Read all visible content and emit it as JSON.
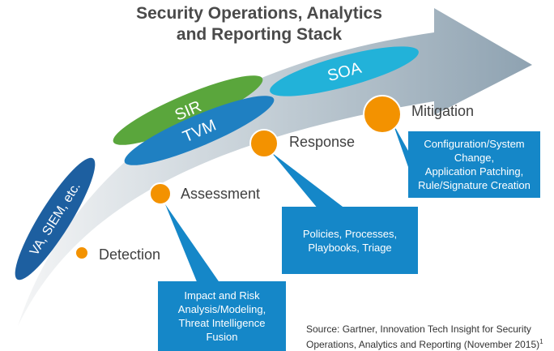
{
  "title": {
    "line1": "Security Operations, Analytics",
    "line2": "and Reporting Stack"
  },
  "ellipses": {
    "va_siem": "VA, SIEM, etc.",
    "sir": "SIR",
    "tvm": "TVM",
    "soa": "SOA"
  },
  "stages": {
    "detection": "Detection",
    "assessment": "Assessment",
    "response": "Response",
    "mitigation": "Mitigation"
  },
  "callouts": {
    "assessment": [
      "Impact and Risk",
      "Analysis/Modeling,",
      "Threat Intelligence",
      "Fusion"
    ],
    "response": [
      "Policies, Processes,",
      "Playbooks, Triage"
    ],
    "mitigation": [
      "Configuration/System",
      "Change,",
      "Application Patching,",
      "Rule/Signature Creation"
    ]
  },
  "source": {
    "line1": "Source: Gartner, Innovation Tech Insight for Security",
    "line2": "Operations, Analytics and Reporting (November 2015)",
    "footnote_mark": "1"
  },
  "colors": {
    "ellipse_dark_blue": "#1d5fa0",
    "ellipse_green": "#5aa63c",
    "ellipse_blue": "#1f80c2",
    "ellipse_cyan": "#22b2d9",
    "stage_circle": "#f39200",
    "callout_bg": "#1587c8",
    "arrow_start": "#f3f4f5",
    "arrow_end": "#8aa0b0"
  }
}
